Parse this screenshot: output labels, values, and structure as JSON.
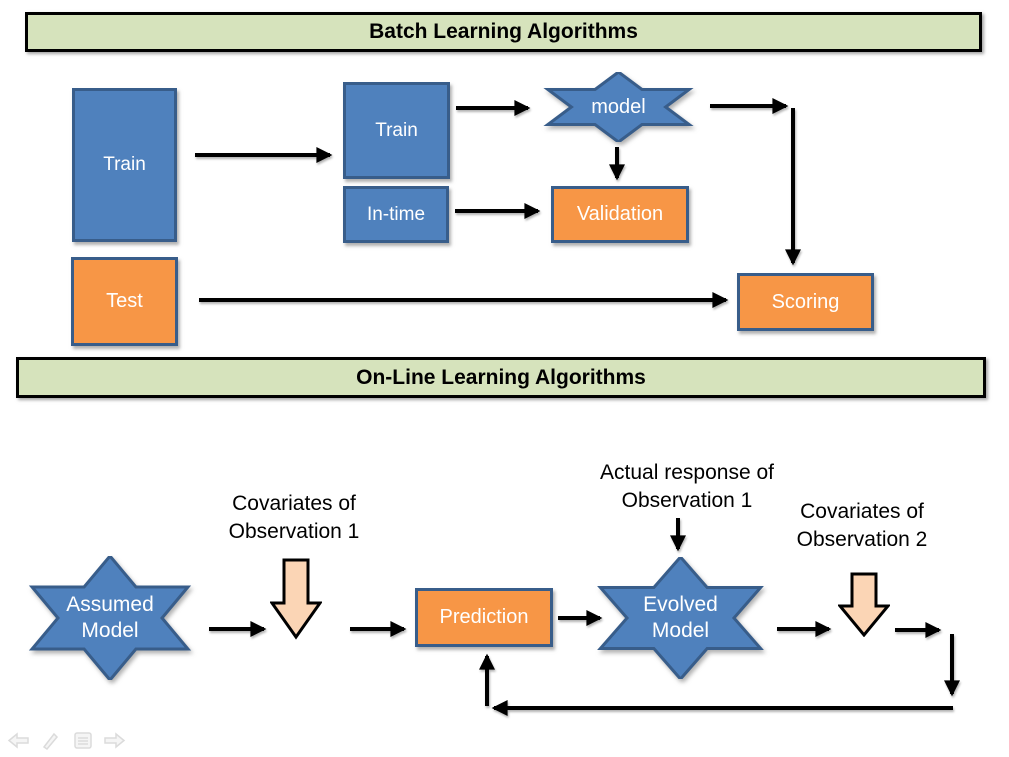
{
  "colors": {
    "blue_fill": "#4F81BD",
    "blue_border": "#385D8A",
    "orange_fill": "#F79646",
    "green_fill": "#D6E3BC",
    "banner_border": "#000000",
    "peach_fill": "#FBD5B5",
    "arrow_black": "#000000",
    "nav_fill": "#F5F5F5",
    "nav_stroke": "#DBDBDB"
  },
  "banners": {
    "batch": "Batch Learning Algorithms",
    "online": "On-Line Learning Algorithms"
  },
  "batch_flow": {
    "train_full_label": "Train",
    "train_subset_label": "Train",
    "in_time_label": "In-time",
    "model_label": "model",
    "validation_label": "Validation",
    "test_label": "Test",
    "scoring_label": "Scoring"
  },
  "online_flow": {
    "assumed_model_lines": [
      "Assumed",
      "Model"
    ],
    "evolved_model_lines": [
      "Evolved",
      "Model"
    ],
    "prediction_label": "Prediction",
    "covariates_obs1_lines": [
      "Covariates of",
      "Observation 1"
    ],
    "actual_response_lines": [
      "Actual response of",
      "Observation 1"
    ],
    "covariates_obs2_lines": [
      "Covariates of",
      "Observation 2"
    ]
  },
  "nav": {
    "icons": [
      "previous-slide",
      "pen-tool",
      "slide-menu",
      "next-slide"
    ]
  }
}
